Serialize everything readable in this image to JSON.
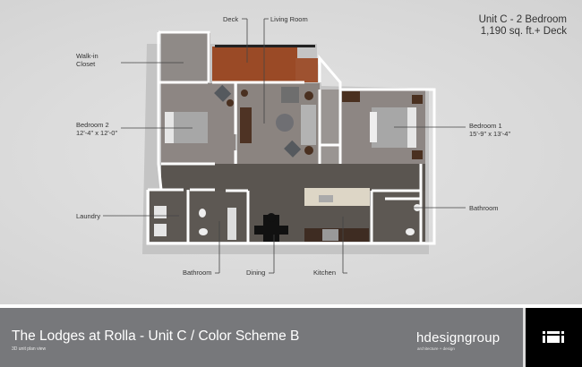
{
  "header": {
    "unit_title": "Unit C - 2 Bedroom",
    "unit_area": "1,190 sq. ft.+ Deck"
  },
  "labels": {
    "deck": "Deck",
    "living_room": "Living Room",
    "walk_in_closet_1": "Walk-in",
    "walk_in_closet_2": "Closet",
    "bedroom2": "Bedroom 2",
    "bedroom2_size": "12'-4\" x 12'-0\"",
    "bedroom1": "Bedroom 1",
    "bedroom1_size": "15'-9\" x 13'-4\"",
    "bathroom_right": "Bathroom",
    "laundry": "Laundry",
    "bathroom_bottom": "Bathroom",
    "dining": "Dining",
    "kitchen": "Kitchen"
  },
  "footer": {
    "title": "The Lodges at Rolla - Unit C / Color Scheme B",
    "subtitle": "3D unit plan view",
    "brand": "hdesigngroup",
    "brand_tagline": "architecture + design",
    "logo_icon": "hdesign-mark-icon"
  },
  "colors": {
    "band": "#77787b",
    "logo_bg": "#000000",
    "deck": "#9a4a26",
    "carpet": "#8d8683",
    "wood": "#5a5550",
    "wall": "#ffffff"
  }
}
